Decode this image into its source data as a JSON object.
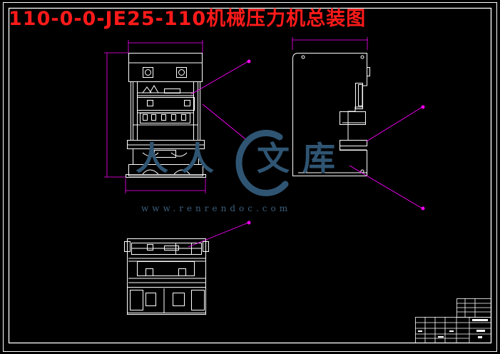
{
  "drawing": {
    "title": "110-0-0-JE25-110机械压力机总装图",
    "background": "#000000",
    "line_color": "#ffffff",
    "leader_color": "#ff00ff",
    "dimension_color": "#ff00ff",
    "title_color": "#ff1a1a"
  },
  "watermark": {
    "chars": [
      "人",
      "人",
      "文",
      "库"
    ],
    "url": "www.renrendoc.com",
    "color": "#2f5573"
  },
  "views": [
    "front-view",
    "side-view",
    "top-view"
  ],
  "title_block": {
    "name": "title-block"
  }
}
